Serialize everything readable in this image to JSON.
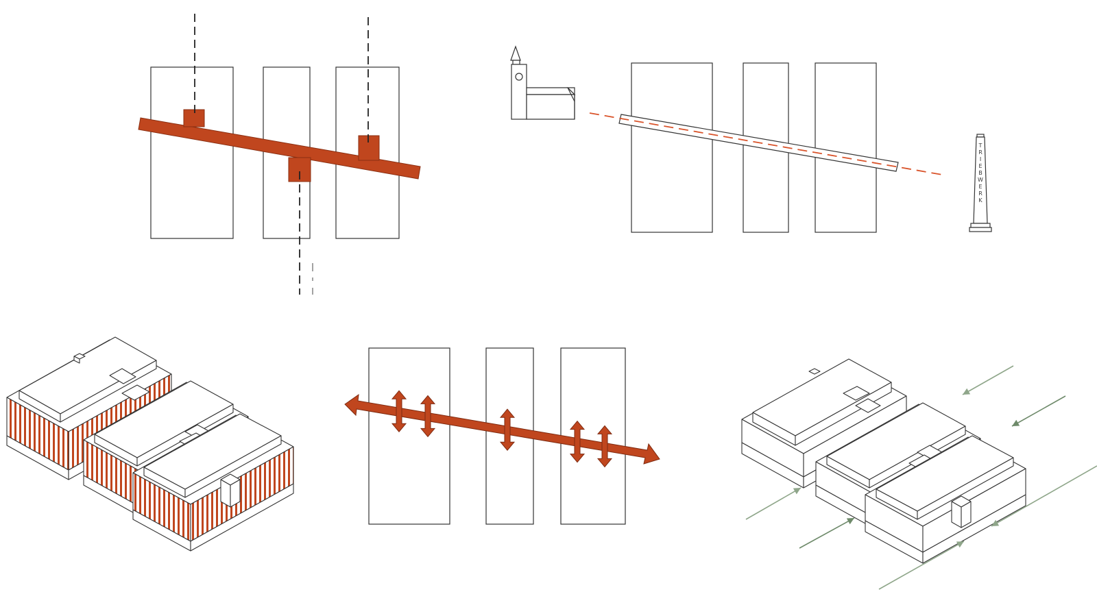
{
  "diagram": {
    "colors": {
      "accent": "#C0461E",
      "outline": "#333333",
      "wind": "#8FA68A",
      "wind_dark": "#6E8A6A",
      "axis_dash": "#222222",
      "sightline": "#D9532A"
    },
    "chimney_label": "TRIEBWERK",
    "chimney_letters": [
      "T",
      "R",
      "I",
      "E",
      "B",
      "W",
      "E",
      "R",
      "K"
    ],
    "icons": [
      "church-icon",
      "chimney-icon"
    ]
  }
}
